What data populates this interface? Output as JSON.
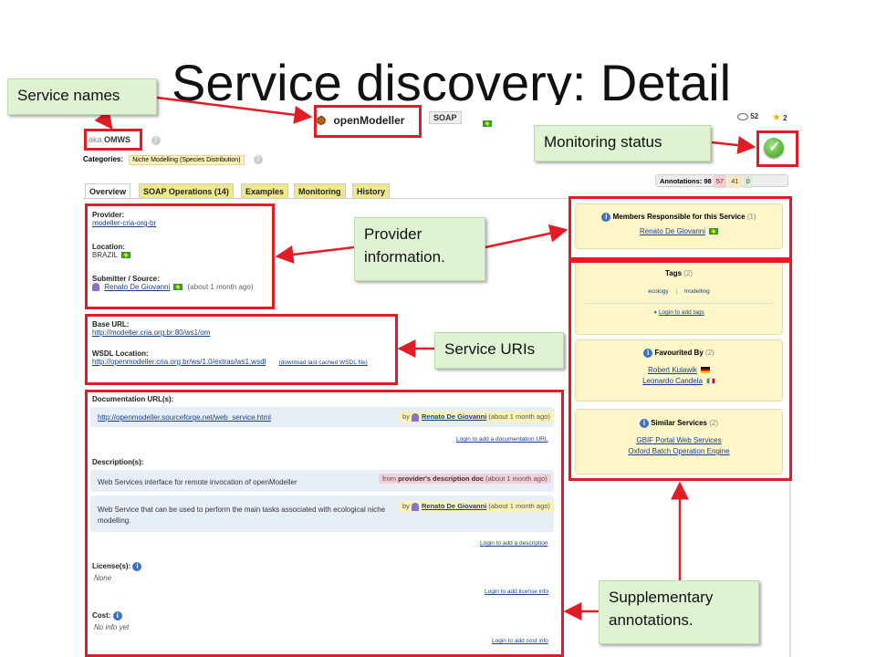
{
  "slide": {
    "title": "Service discovery: Detail"
  },
  "service": {
    "name": "openModeller",
    "type_badge": "SOAP",
    "aka_prefix": "aka",
    "aka_name": "OMWS",
    "views": "52",
    "favourites": "2",
    "categories_label": "Categories:",
    "category": "Niche Modelling (Species Distribution)"
  },
  "annotations_bar": {
    "label": "Annotations: 98",
    "count_1": "57",
    "count_2": "41",
    "count_3": "0"
  },
  "tabs": [
    {
      "label": "Overview"
    },
    {
      "label": "SOAP Operations (14)"
    },
    {
      "label": "Examples"
    },
    {
      "label": "Monitoring"
    },
    {
      "label": "History"
    }
  ],
  "provider": {
    "provider_label": "Provider:",
    "provider_value": "modeller-cria-org-br",
    "location_label": "Location:",
    "location_value": "BRAZIL",
    "submitter_label": "Submitter / Source:",
    "submitter_name": "Renato De Giovanni",
    "submitter_time": "(about 1 month ago)"
  },
  "uris": {
    "base_label": "Base URL:",
    "base_value": "http://modeller.cria.org.br:80/ws1/om",
    "wsdl_label": "WSDL Location:",
    "wsdl_value": "http://openmodeller.cria.org.br/ws/1.0/extras/ws1.wsdl",
    "wsdl_cached": "(download last cached WSDL file)"
  },
  "docs": {
    "doc_label": "Documentation URL(s):",
    "doc_url": "http://openmodeller.sourceforge.net/web_service.html",
    "doc_by": "by",
    "doc_author": "Renato De Giovanni",
    "doc_time": "(about 1 month ago)",
    "doc_login": "Login to add a documentation URL",
    "desc_label": "Description(s):",
    "desc_1": "Web Services interface for remote invocation of openModeller",
    "desc_1_from": "from",
    "desc_1_source": "provider's description doc",
    "desc_1_time": "(about 1 month ago)",
    "desc_2": "Web Service that can be used to perform the main tasks associated with ecological niche modelling.",
    "desc_2_by": "by",
    "desc_2_author": "Renato De Giovanni",
    "desc_2_time": "(about 1 month ago)",
    "desc_login": "Login to add a description",
    "license_label": "License(s):",
    "license_value": "None",
    "license_login": "Login to add license info",
    "cost_label": "Cost:",
    "cost_value": "No info yet",
    "cost_login": "Login to add cost info"
  },
  "sidebar": {
    "members_title": "Members Responsible for this Service",
    "members_count": "(1)",
    "members_name": "Renato De Giovanni",
    "tags_title": "Tags",
    "tags_count": "(2)",
    "tag_1": "ecology",
    "tag_sep": "|",
    "tag_2": "modelling",
    "tags_login": "Login to add tags",
    "fav_title": "Favourited By",
    "fav_count": "(2)",
    "fav_1": "Robert Kulawik",
    "fav_2": "Leonardo Candela",
    "similar_title": "Similar Services",
    "similar_count": "(2)",
    "similar_1": "GBIF Portal Web Services",
    "similar_2": "Oxford Batch Operation Engine"
  },
  "callouts": {
    "service_names": "Service names",
    "monitoring_status": "Monitoring status",
    "provider_info": "Provider information.",
    "service_uris": "Service URIs",
    "supplementary": "Supplementary annotations."
  },
  "colors": {
    "annotation_red": "#e21c24",
    "callout_bg": "#dff2d3",
    "tab_yellow": "#efe88a",
    "panel_yellow": "#fcf6c9",
    "link_blue": "#1a3f8a"
  }
}
